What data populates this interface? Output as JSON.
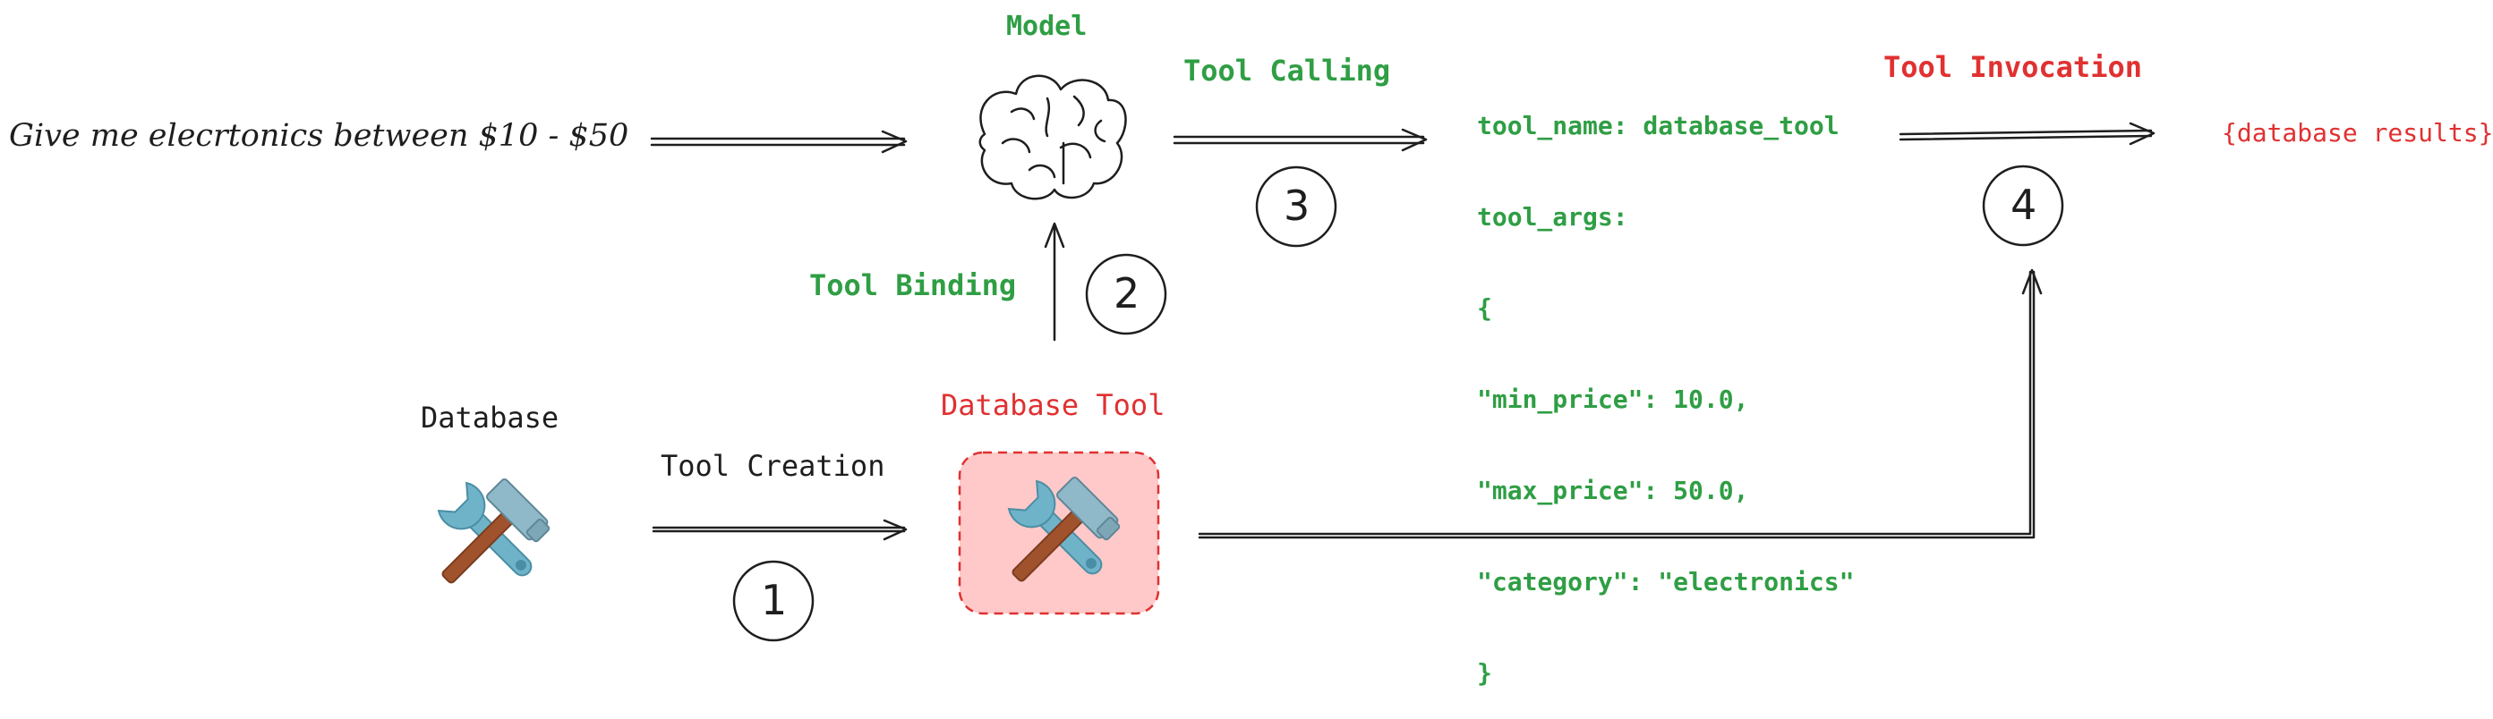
{
  "labels": {
    "query": "Give me elecrtonics between $10 - $50",
    "model": "Model",
    "tool_calling": "Tool Calling",
    "tool_invocation": "Tool Invocation",
    "tool_binding": "Tool Binding",
    "database": "Database",
    "tool_creation": "Tool Creation",
    "database_tool": "Database Tool",
    "database_results": "{database results}"
  },
  "code_lines": [
    "tool_name: database_tool",
    "tool_args:",
    "{",
    "\"min_price\": 10.0,",
    "\"max_price\": 50.0,",
    "\"category\": \"electronics\"",
    "}"
  ],
  "steps": [
    "1",
    "2",
    "3",
    "4"
  ],
  "icons": {
    "database": "hammer-wrench-icon",
    "database_tool": "hammer-wrench-icon",
    "model": "brain-icon"
  },
  "colors": {
    "green": "#2f9e44",
    "red": "#e03131",
    "tool_box_fill": "#ffc9c9",
    "tool_box_border": "#e03131",
    "ink": "#1e1e1e"
  }
}
